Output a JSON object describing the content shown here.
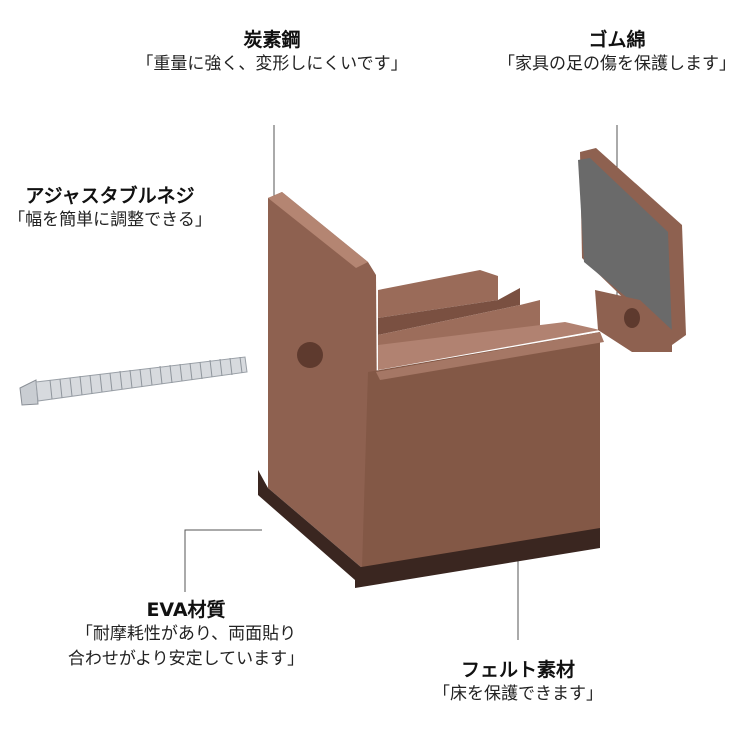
{
  "callouts": {
    "carbon_steel": {
      "title": "炭素鋼",
      "desc": "「重量に強く、変形しにくいです」"
    },
    "rubber_foam": {
      "title": "ゴム綿",
      "desc": "「家具の足の傷を保護します」"
    },
    "adjustable_screw": {
      "title": "アジャスタブルネジ",
      "desc": "「幅を簡単に調整できる」"
    },
    "eva": {
      "title": "EVA材質",
      "desc_line1": "「耐摩耗性があり、両面貼り",
      "desc_line2": "合わせがより安定しています」"
    },
    "felt": {
      "title": "フェルト素材",
      "desc": "「床を保護できます」"
    }
  },
  "colors": {
    "body": "#8a5e4e",
    "body_light": "#a87a68",
    "body_dark": "#6e4739",
    "rubber": "#6b6b6b",
    "felt": "#3a2620",
    "line": "#555555"
  }
}
